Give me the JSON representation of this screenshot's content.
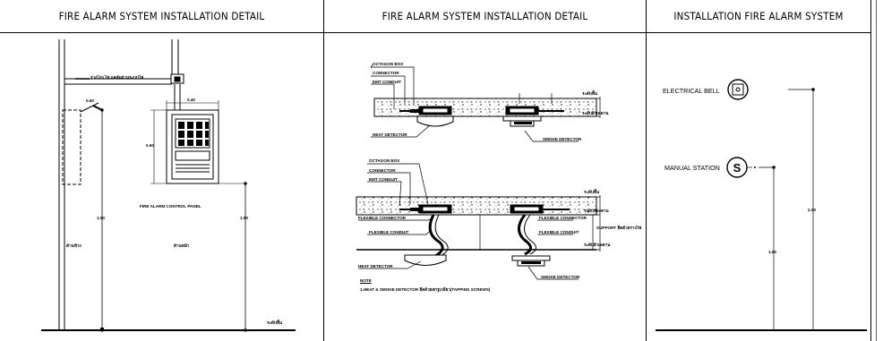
{
  "headers": {
    "panel1": "FIRE ALARM SYSTEM INSTALLATION DETAIL",
    "panel2": "FIRE ALARM SYSTEM INSTALLATION DETAIL",
    "panel3": "INSTALLATION FIRE ALARM SYSTEM"
  },
  "panel1": {
    "pipe_note": "รางโก่ง ไท แคลัมผ่านระบบไฟ",
    "dim_left": "0.60",
    "dim_panel_w": "0.40",
    "dim_panel_h": "0.60",
    "dim_height_left": "1.50",
    "dim_height_right": "1.50",
    "panel_label": "FIRE ALARM CONTROL PANEL",
    "side_label": "ด้านข้าง",
    "front_label": "ด้านหน้า",
    "floor_label": "ระดับพื้น"
  },
  "panel2": {
    "top": {
      "octagon_box": "OCTAGON BOX",
      "connector": "CONNECTOR",
      "emt_conduit": "EMT CONDUIT",
      "slab_label": "ระดับพื้น",
      "ceiling_label": "ระดับฝ้าเพดาน",
      "heat_detector": "HEAT DETECTOR",
      "smoke_detector": "SMOKE DETECTOR"
    },
    "bottom": {
      "octagon_box": "OCTAGON BOX",
      "connector": "CONNECTOR",
      "emt_conduit": "EMT CONDUIT",
      "flexible_connector_l": "FLEXIBLE CONNECTOR",
      "flexible_conduit_l": "FLEXIBLE CONDUIT",
      "flexible_connector_r": "FLEXIBLE CONNECTOR",
      "flexible_conduit_r": "FLEXIBLE CONDUIT",
      "slab_label": "ระดับพื้น",
      "beam_label": "ระดับท้องคาน",
      "support_label": "SUPPORT ยึดด้วยรางไฟ",
      "ceiling_label": "ระดับฝ้าเพดาน",
      "heat_detector": "HEAT DETECTOR",
      "smoke_detector": "SMOKE DETECTOR"
    },
    "note_title": "NOTE",
    "note_text": "1.HEAT & SMOKE DETECTOR ยึดด้วยสกรูเกลียว(TAPPING SCREWS)"
  },
  "panel3": {
    "bell_label": "ELECTRICAL BELL",
    "station_label": "MANUAL STATION",
    "dim_bell": "2.00",
    "dim_station": "1.50"
  }
}
